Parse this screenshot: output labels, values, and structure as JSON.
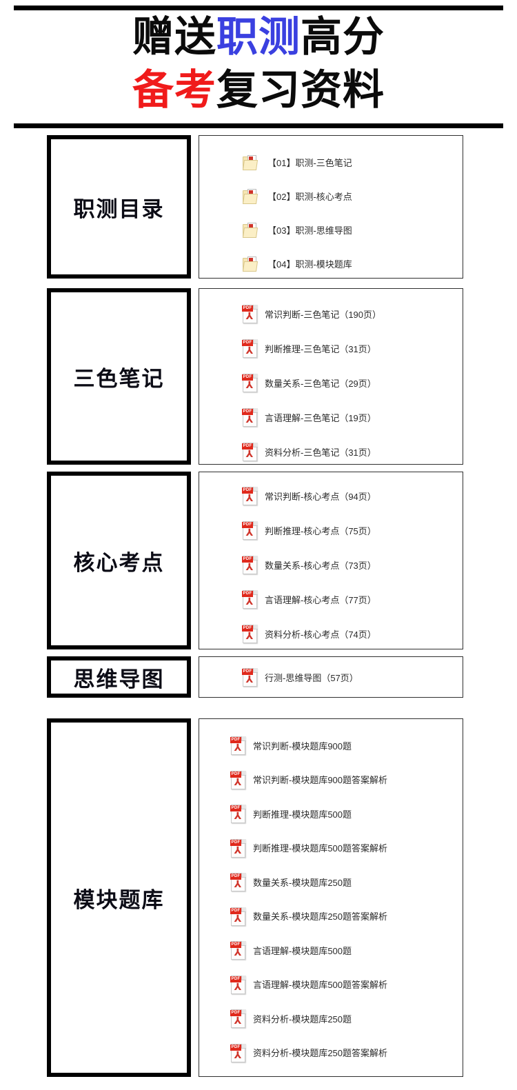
{
  "banner": {
    "line1": [
      {
        "text": "赠送",
        "color": "#0b0b0b"
      },
      {
        "text": "职测",
        "color": "#3a40e0"
      },
      {
        "text": "高分",
        "color": "#0b0b0b"
      }
    ],
    "line2": [
      {
        "text": "备考",
        "color": "#f01b1b"
      },
      {
        "text": "复习资料",
        "color": "#0b0b0b"
      }
    ],
    "line1_plain": "赠送职测高分",
    "line2_plain": "备考复习资料",
    "part_1_1": "赠送",
    "part_1_2": "职测",
    "part_1_3": "高分",
    "part_2_1": "备考",
    "part_2_2": "复习资料"
  },
  "colors": {
    "black": "#0b0b0b",
    "blue": "#3a40e0",
    "red": "#f01b1b",
    "pdf_red": "#e0291c",
    "folder_yellow": "#f7e6b4"
  },
  "sections": [
    {
      "label": "职测目录",
      "icon": "folder-icon",
      "items": [
        {
          "name": "【01】职测-三色笔记"
        },
        {
          "name": "【02】职测-核心考点"
        },
        {
          "name": "【03】职测-思维导图"
        },
        {
          "name": "【04】职测-模块题库"
        }
      ]
    },
    {
      "label": "三色笔记",
      "icon": "pdf-icon",
      "items": [
        {
          "name": "常识判断-三色笔记（190页）"
        },
        {
          "name": "判断推理-三色笔记（31页）"
        },
        {
          "name": "数量关系-三色笔记（29页）"
        },
        {
          "name": "言语理解-三色笔记（19页）"
        },
        {
          "name": "资料分析-三色笔记（31页）"
        }
      ]
    },
    {
      "label": "核心考点",
      "icon": "pdf-icon",
      "items": [
        {
          "name": "常识判断-核心考点（94页）"
        },
        {
          "name": "判断推理-核心考点（75页）"
        },
        {
          "name": "数量关系-核心考点（73页）"
        },
        {
          "name": "言语理解-核心考点（77页）"
        },
        {
          "name": "资料分析-核心考点（74页）"
        }
      ]
    },
    {
      "label": "思维导图",
      "icon": "pdf-icon",
      "items": [
        {
          "name": "行测-思维导图（57页）"
        }
      ]
    },
    {
      "label": "模块题库",
      "icon": "pdf-icon",
      "items": [
        {
          "name": "常识判断-模块题库900题"
        },
        {
          "name": "常识判断-模块题库900题答案解析"
        },
        {
          "name": "判断推理-模块题库500题"
        },
        {
          "name": "判断推理-模块题库500题答案解析"
        },
        {
          "name": "数量关系-模块题库250题"
        },
        {
          "name": "数量关系-模块题库250题答案解析"
        },
        {
          "name": "言语理解-模块题库500题"
        },
        {
          "name": "言语理解-模块题库500题答案解析"
        },
        {
          "name": "资料分析-模块题库250题"
        },
        {
          "name": "资料分析-模块题库250题答案解析"
        }
      ]
    }
  ],
  "icon_labels": {
    "pdf_tag": "PDF",
    "pdf_glyph": "⅄",
    "folder_glyph": "⅄"
  }
}
